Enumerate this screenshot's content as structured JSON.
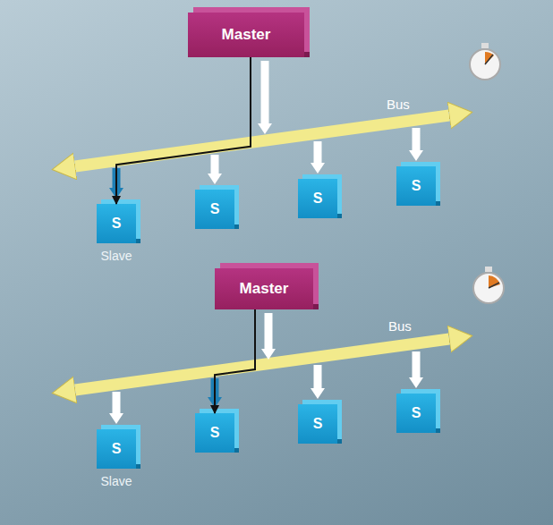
{
  "diagram": {
    "nodes": [
      {
        "text": [
          "Master"
        ]
      },
      {
        "text": [
          "S",
          "Slave"
        ]
      },
      {
        "text": [
          "S"
        ]
      },
      {
        "text": [
          "S"
        ]
      },
      {
        "text": [
          "S"
        ]
      },
      {
        "text": [
          "Master"
        ]
      },
      {
        "text": [
          "S",
          "Slave"
        ]
      },
      {
        "text": [
          "S"
        ]
      },
      {
        "text": [
          "S"
        ]
      },
      {
        "text": [
          "S"
        ]
      }
    ],
    "edges": [
      {
        "from": 0,
        "to": 1,
        "arrow": "to"
      },
      {
        "from": 5,
        "to": 7,
        "arrow": "to"
      }
    ],
    "labels": [
      "Bus",
      "Bus"
    ]
  }
}
